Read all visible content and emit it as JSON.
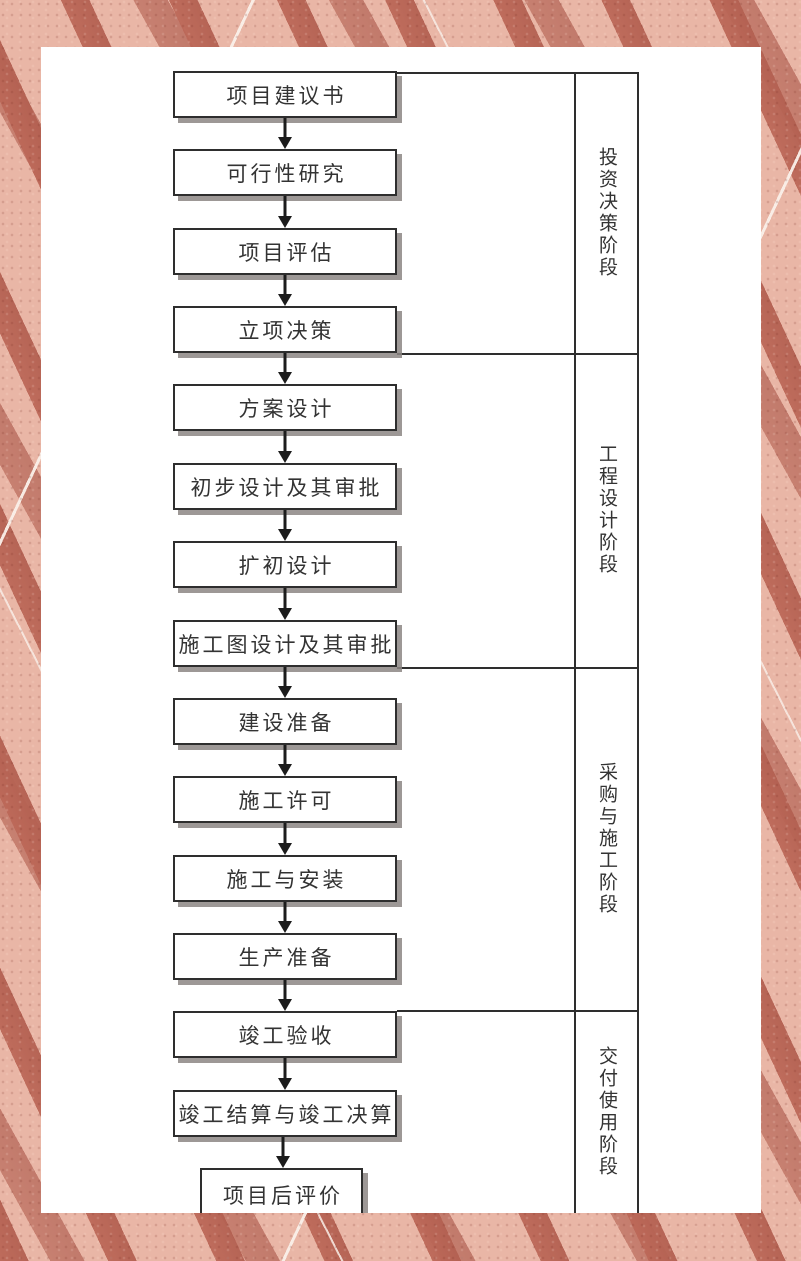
{
  "diagram": {
    "type": "flowchart",
    "direction": "top-down",
    "steps": [
      {
        "label": "项目建议书"
      },
      {
        "label": "可行性研究"
      },
      {
        "label": "项目评估"
      },
      {
        "label": "立项决策"
      },
      {
        "label": "方案设计"
      },
      {
        "label": "初步设计及其审批"
      },
      {
        "label": "扩初设计"
      },
      {
        "label": "施工图设计及其审批"
      },
      {
        "label": "建设准备"
      },
      {
        "label": "施工许可"
      },
      {
        "label": "施工与安装"
      },
      {
        "label": "生产准备"
      },
      {
        "label": "竣工验收"
      },
      {
        "label": "竣工结算与竣工决算"
      },
      {
        "label": "项目后评价"
      }
    ],
    "phases": [
      {
        "label": "投资决策阶段",
        "step_start": 0,
        "step_end": 3
      },
      {
        "label": "工程设计阶段",
        "step_start": 4,
        "step_end": 7
      },
      {
        "label": "采购与施工阶段",
        "step_start": 8,
        "step_end": 11
      },
      {
        "label": "交付使用阶段",
        "step_start": 12,
        "step_end": 14
      }
    ],
    "colors": {
      "line": "#2e2e2e",
      "box_fill": "#ffffff",
      "text": "#333333",
      "background_base": "#e9b6a6",
      "stripe": "#bc6858",
      "light_line": "#faeee7"
    }
  }
}
